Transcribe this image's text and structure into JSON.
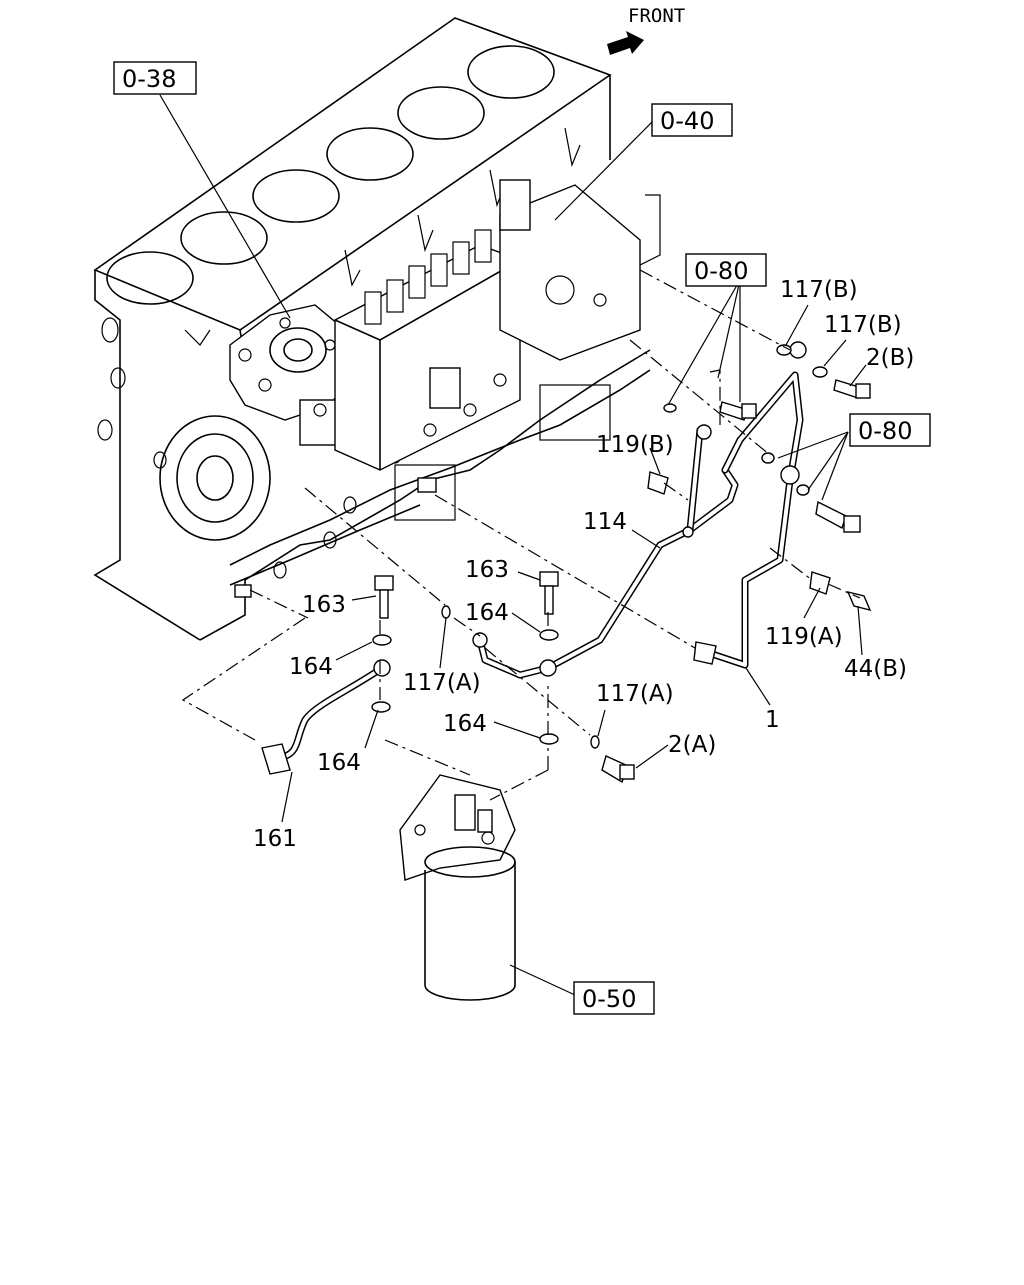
{
  "front_label": "FRONT",
  "ref_boxes": {
    "r038": "0-38",
    "r040": "0-40",
    "r080a": "0-80",
    "r080b": "0-80",
    "r050": "0-50"
  },
  "labels": {
    "p117b_1": "117(B)",
    "p117b_2": "117(B)",
    "p2b": "2(B)",
    "p119b": "119(B)",
    "p114": "114",
    "p163_1": "163",
    "p164_1": "164",
    "p163_2": "163",
    "p164_2": "164",
    "p117a_1": "117(A)",
    "p119a": "119(A)",
    "p44b": "44(B)",
    "p1": "1",
    "p117a_2": "117(A)",
    "p164_3": "164",
    "p2a": "2(A)",
    "p164_4": "164",
    "p161": "161"
  }
}
